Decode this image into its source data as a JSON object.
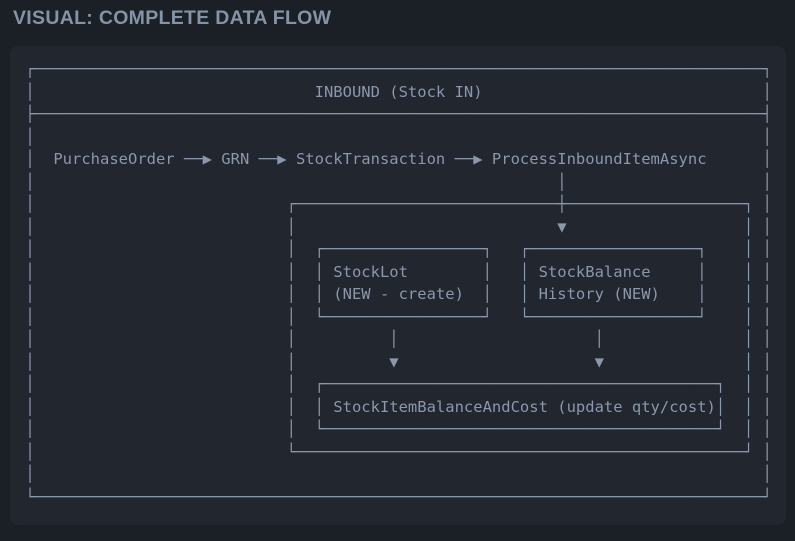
{
  "header": {
    "title": "VISUAL: COMPLETE DATA FLOW"
  },
  "colors": {
    "page_background": "#1b1f26",
    "code_block_background": "#21262f",
    "title_text": "#8593a7",
    "diagram_lines_and_text": "#8b97ac"
  },
  "diagram": {
    "section_header": "INBOUND (Stock IN)",
    "flow_sequence": [
      "PurchaseOrder",
      "GRN",
      "StockTransaction",
      "ProcessInboundItemAsync"
    ],
    "boxes": [
      {
        "label": "StockLot (NEW - create)"
      },
      {
        "label": "StockBalance History (NEW)"
      },
      {
        "label": "StockItemBalanceAndCost (update qty/cost)"
      }
    ],
    "lines": [
      " ┌──────────────────────────────────────────────────────────────────────────────┐",
      " │                              INBOUND (Stock IN)                              │",
      " ├──────────────────────────────────────────────────────────────────────────────┤",
      " │                                                                              │",
      " │  PurchaseOrder ──▶ GRN ──▶ StockTransaction ──▶ ProcessInboundItemAsync      │",
      " │                                                        │                     │",
      " │                           ┌────────────────────────────┼───────────────────┐ │",
      " │                           │                            ▼                   │ │",
      " │                           │  ┌─────────────────┐   ┌──────────────────┐    │ │",
      " │                           │  │ StockLot        │   │ StockBalance     │    │ │",
      " │                           │  │ (NEW - create)  │   │ History (NEW)    │    │ │",
      " │                           │  └─────────────────┘   └──────────────────┘    │ │",
      " │                           │          │                     │               │ │",
      " │                           │          ▼                     ▼               │ │",
      " │                           │  ┌──────────────────────────────────────────┐  │ │",
      " │                           │  │ StockItemBalanceAndCost (update qty/cost)│  │ │",
      " │                           │  └──────────────────────────────────────────┘  │ │",
      " │                           └────────────────────────────────────────────────┘ │",
      " │                                                                              │",
      " └──────────────────────────────────────────────────────────────────────────────┘"
    ]
  }
}
